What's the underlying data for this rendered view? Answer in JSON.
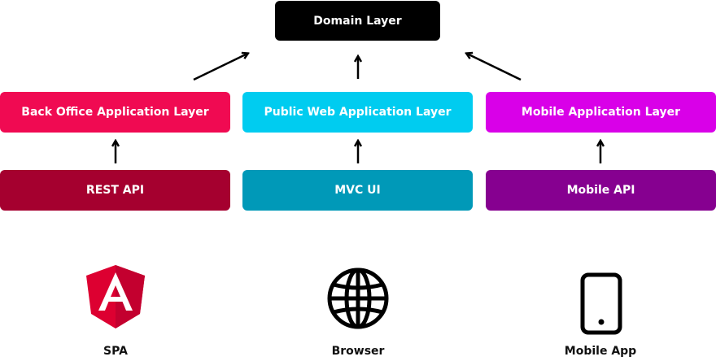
{
  "domain_layer": {
    "label": "Domain Layer",
    "color": "#000000"
  },
  "application_layers": [
    {
      "label": "Back Office Application Layer",
      "color": "#f00a52"
    },
    {
      "label": "Public Web Application Layer",
      "color": "#00ccf0"
    },
    {
      "label": "Mobile Application Layer",
      "color": "#d900e8"
    }
  ],
  "interface_layers": [
    {
      "label": "REST API",
      "color": "#a5002f"
    },
    {
      "label": "MVC UI",
      "color": "#0099b8"
    },
    {
      "label": "Mobile API",
      "color": "#860090"
    }
  ],
  "clients": [
    {
      "label": "SPA",
      "icon": "angular-shield-icon",
      "color": "#dd0031"
    },
    {
      "label": "Browser",
      "icon": "globe-icon",
      "color": "#000000"
    },
    {
      "label": "Mobile App",
      "icon": "smartphone-icon",
      "color": "#000000"
    }
  ]
}
